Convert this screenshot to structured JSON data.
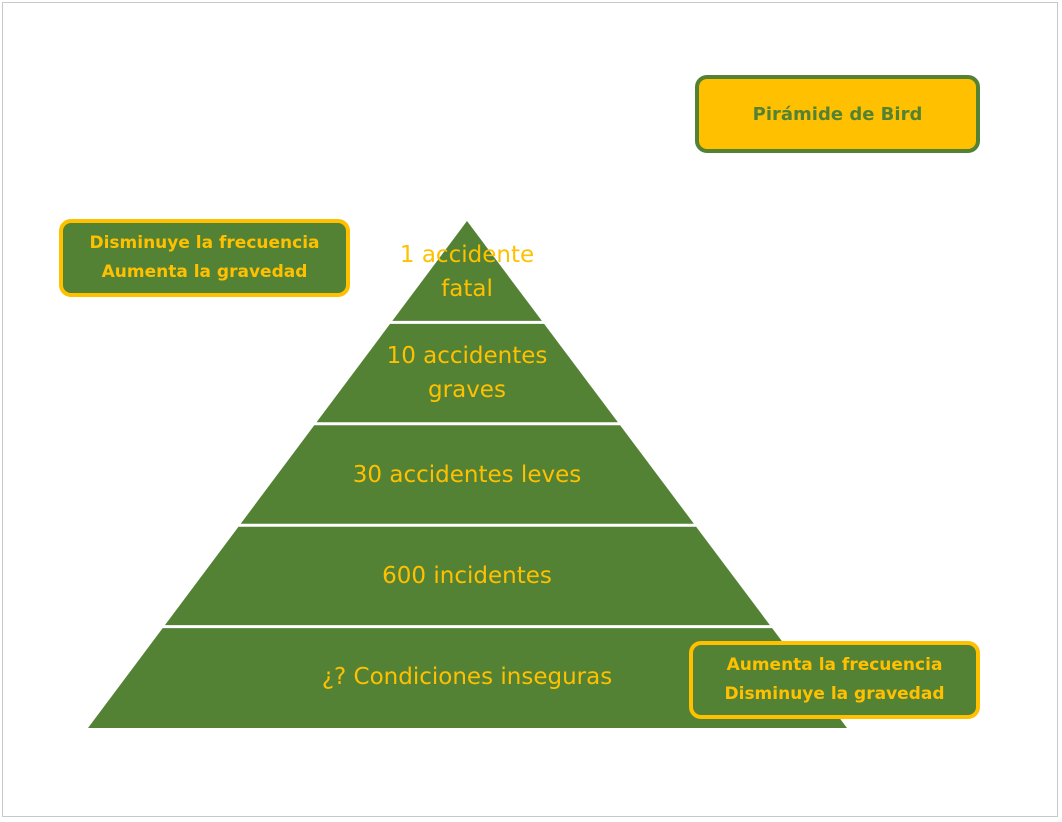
{
  "title": "Pirámide de Bird",
  "colors": {
    "green": "#548235",
    "gold": "#FFC000",
    "divider": "#ffffff"
  },
  "pyramid": {
    "levels": [
      {
        "label": "1 accidente\nfatal",
        "count": "1"
      },
      {
        "label": "10 accidentes\ngraves",
        "count": "10"
      },
      {
        "label": "30 accidentes leves",
        "count": "30"
      },
      {
        "label": "600 incidentes",
        "count": "600"
      },
      {
        "label": "¿? Condiciones inseguras",
        "count": "¿?"
      }
    ]
  },
  "notes": {
    "top": "Disminuye la frecuencia\nAumenta la gravedad",
    "bottom": "Aumenta la frecuencia\nDisminuye la gravedad"
  }
}
